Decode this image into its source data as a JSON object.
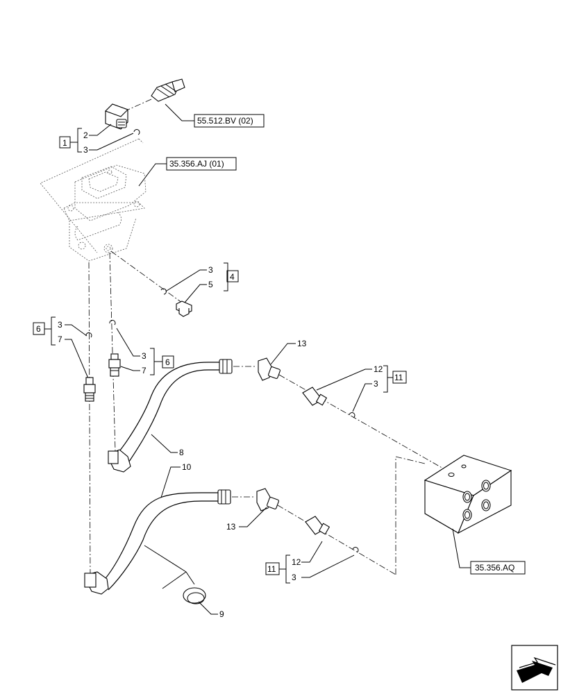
{
  "refs": {
    "r1": "55.512.BV (02)",
    "r2": "35.356.AJ (01)",
    "r3": "35.356.AQ"
  },
  "boxes": {
    "b1": "1",
    "b4": "4",
    "b6a": "6",
    "b6b": "6",
    "b11a": "11",
    "b11b": "11"
  },
  "labels": {
    "l2": "2",
    "l3a": "3",
    "l3b": "3",
    "l5": "5",
    "l3c": "3",
    "l7a": "7",
    "l3d": "3",
    "l7b": "7",
    "l13a": "13",
    "l12a": "12",
    "l3e": "3",
    "l8": "8",
    "l10": "10",
    "l13b": "13",
    "l12b": "12",
    "l3f": "3",
    "l9": "9"
  },
  "icons": {
    "nav": "arrow-icon"
  }
}
